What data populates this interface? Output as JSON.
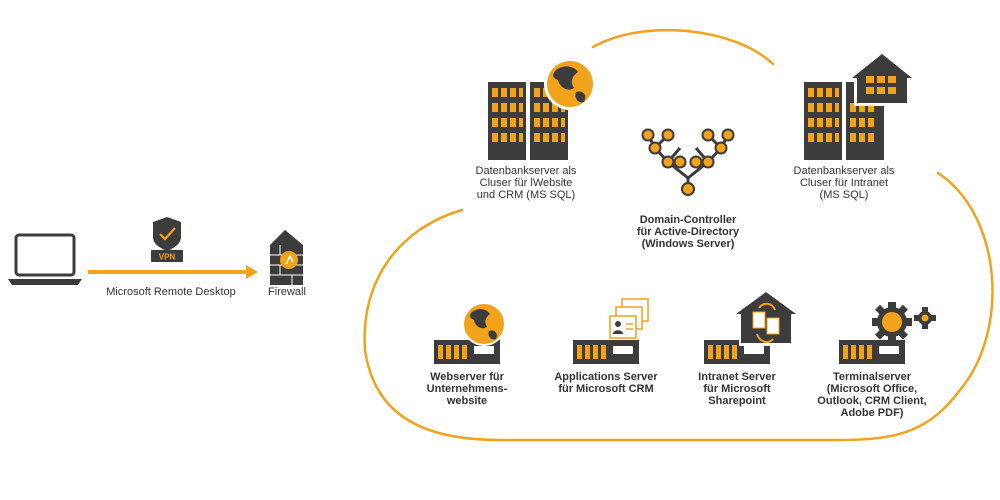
{
  "colors": {
    "accent": "#f2a21b",
    "dark": "#3c3c3c",
    "text": "#333333"
  },
  "left": {
    "laptop_icon": "laptop-icon",
    "vpn_icon": "vpn-shield-icon",
    "vpn_text": "VPN",
    "connection_label": "Microsoft Remote Desktop",
    "firewall_icon": "firewall-icon",
    "firewall_label": "Firewall"
  },
  "cloud": {
    "nodes": [
      {
        "icon": "database-cluster-globe-icon",
        "label": "Datenbankserver als\nCluser für lWebsite\nund CRM (MS SQL)"
      },
      {
        "icon": "active-directory-tree-icon",
        "label": "Domain-Controller\nfür Active-Directory\n(Windows Server)"
      },
      {
        "icon": "database-cluster-house-icon",
        "label": "Datenbankserver als\nCluser für Intranet\n(MS SQL)"
      },
      {
        "icon": "webserver-globe-icon",
        "label": "Webserver für\nUnternehmens-\nwebsite"
      },
      {
        "icon": "application-server-users-icon",
        "label": "Applications Server\nfür Microsoft CRM"
      },
      {
        "icon": "intranet-server-sharepoint-icon",
        "label": "Intranet Server\nfür Microsoft\nSharepoint"
      },
      {
        "icon": "terminal-server-gears-icon",
        "label": "Terminalserver\n(Microsoft Office,\nOutlook, CRM Client,\nAdobe PDF)"
      }
    ]
  }
}
